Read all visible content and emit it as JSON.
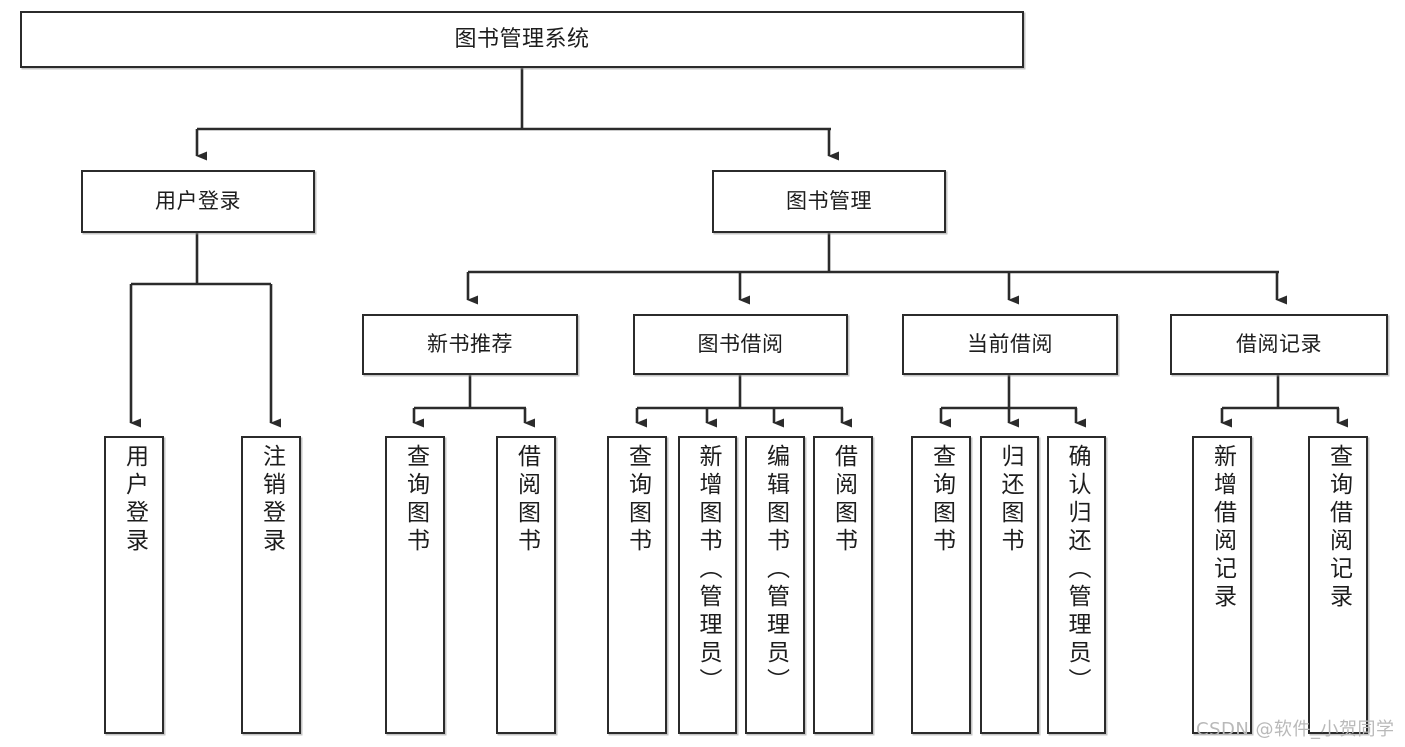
{
  "diagram": {
    "type": "tree",
    "title": "图书管理系统",
    "watermark": "CSDN @软件_小贺同学",
    "colors": {
      "box_border": "#2b2b2b",
      "box_fill": "#ffffff",
      "connector": "#2b2b2b",
      "text": "#1d1d1d",
      "watermark": "#b9b9b9",
      "background": "#ffffff"
    },
    "nodes": {
      "root": {
        "label": "图书管理系统",
        "level": 0
      },
      "level1": [
        {
          "id": "user_login",
          "label": "用户登录"
        },
        {
          "id": "book_manage",
          "label": "图书管理"
        }
      ],
      "level2": [
        {
          "id": "new_book_rec",
          "label": "新书推荐",
          "parent": "book_manage"
        },
        {
          "id": "book_borrow",
          "label": "图书借阅",
          "parent": "book_manage"
        },
        {
          "id": "current_borrow",
          "label": "当前借阅",
          "parent": "book_manage"
        },
        {
          "id": "borrow_record",
          "label": "借阅记录",
          "parent": "book_manage"
        }
      ],
      "leaves": [
        {
          "id": "leaf_user_login",
          "label": "用户登录",
          "parent": "user_login"
        },
        {
          "id": "leaf_logout",
          "label": "注销登录",
          "parent": "user_login"
        },
        {
          "id": "leaf_query_book_a",
          "label": "查询图书",
          "parent": "new_book_rec"
        },
        {
          "id": "leaf_borrow_book_a",
          "label": "借阅图书",
          "parent": "new_book_rec"
        },
        {
          "id": "leaf_query_book_b",
          "label": "查询图书",
          "parent": "book_borrow"
        },
        {
          "id": "leaf_add_book",
          "label": "新增图书（管理员）",
          "parent": "book_borrow"
        },
        {
          "id": "leaf_edit_book",
          "label": "编辑图书（管理员）",
          "parent": "book_borrow"
        },
        {
          "id": "leaf_borrow_book_b",
          "label": "借阅图书",
          "parent": "book_borrow"
        },
        {
          "id": "leaf_query_book_c",
          "label": "查询图书",
          "parent": "current_borrow"
        },
        {
          "id": "leaf_return_book",
          "label": "归还图书",
          "parent": "current_borrow"
        },
        {
          "id": "leaf_confirm_return",
          "label": "确认归还（管理员）",
          "parent": "current_borrow"
        },
        {
          "id": "leaf_add_record",
          "label": "新增借阅记录",
          "parent": "borrow_record"
        },
        {
          "id": "leaf_query_record",
          "label": "查询借阅记录",
          "parent": "borrow_record"
        }
      ]
    }
  }
}
